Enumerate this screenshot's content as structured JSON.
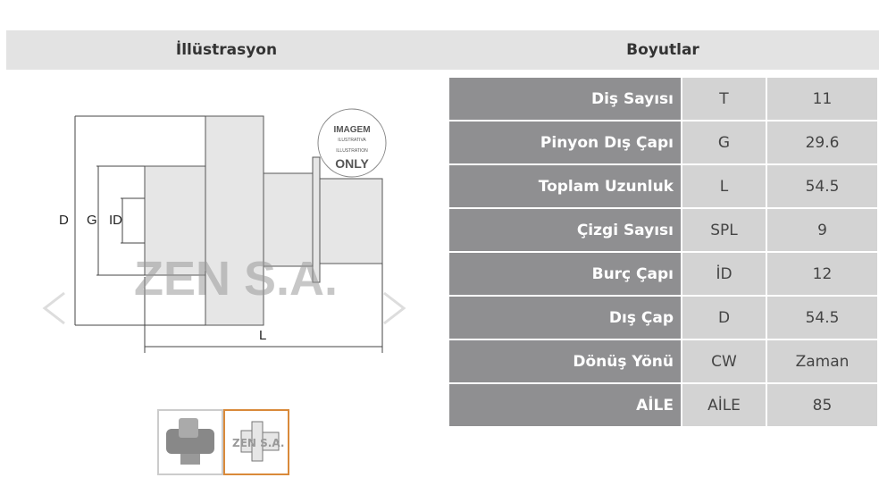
{
  "headers": {
    "illustration": "İllüstrasyon",
    "dimensions": "Boyutlar"
  },
  "illustration": {
    "labels": {
      "d": "D",
      "g": "G",
      "id": "ID",
      "l": "L"
    },
    "watermark": "ZEN S.A.",
    "stamp_top": "IMAGEM",
    "stamp_mid": "ILUSTRATIVA",
    "stamp_sub": "ILLUSTRATION",
    "stamp_bottom": "ONLY"
  },
  "rows": [
    {
      "label": "Diş Sayısı",
      "code": "T",
      "value": "11"
    },
    {
      "label": "Pinyon Dış Çapı",
      "code": "G",
      "value": "29.6"
    },
    {
      "label": "Toplam Uzunluk",
      "code": "L",
      "value": "54.5"
    },
    {
      "label": "Çizgi Sayısı",
      "code": "SPL",
      "value": "9"
    },
    {
      "label": "Burç Çapı",
      "code": "İD",
      "value": "12"
    },
    {
      "label": "Dış Çap",
      "code": "D",
      "value": "54.5"
    },
    {
      "label": "Dönüş Yönü",
      "code": "CW",
      "value": "Zaman"
    },
    {
      "label": "AİLE",
      "code": "AİLE",
      "value": "85"
    }
  ],
  "colors": {
    "selected_thumb": "#d98a3a"
  }
}
